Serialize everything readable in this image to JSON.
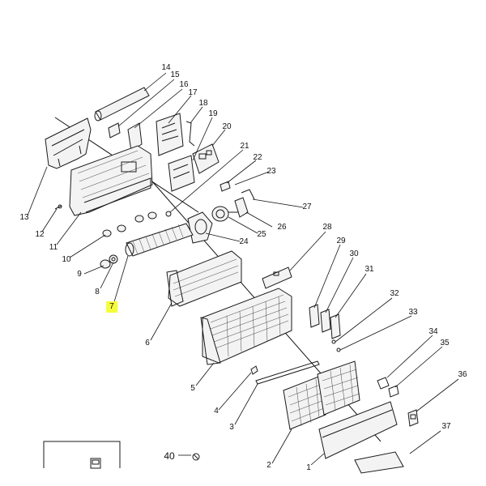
{
  "callouts": [
    {
      "id": "1"
    },
    {
      "id": "2"
    },
    {
      "id": "3"
    },
    {
      "id": "4"
    },
    {
      "id": "5"
    },
    {
      "id": "6"
    },
    {
      "id": "7",
      "highlight": "#f4ff3a"
    },
    {
      "id": "8"
    },
    {
      "id": "9"
    },
    {
      "id": "10"
    },
    {
      "id": "11"
    },
    {
      "id": "12"
    },
    {
      "id": "13"
    },
    {
      "id": "14"
    },
    {
      "id": "15"
    },
    {
      "id": "16"
    },
    {
      "id": "17"
    },
    {
      "id": "18"
    },
    {
      "id": "19"
    },
    {
      "id": "20"
    },
    {
      "id": "21"
    },
    {
      "id": "22"
    },
    {
      "id": "23"
    },
    {
      "id": "24"
    },
    {
      "id": "25"
    },
    {
      "id": "26"
    },
    {
      "id": "27"
    },
    {
      "id": "28"
    },
    {
      "id": "29"
    },
    {
      "id": "30"
    },
    {
      "id": "31"
    },
    {
      "id": "32"
    },
    {
      "id": "33"
    },
    {
      "id": "34"
    },
    {
      "id": "35"
    },
    {
      "id": "36"
    },
    {
      "id": "37"
    },
    {
      "id": "40"
    }
  ]
}
